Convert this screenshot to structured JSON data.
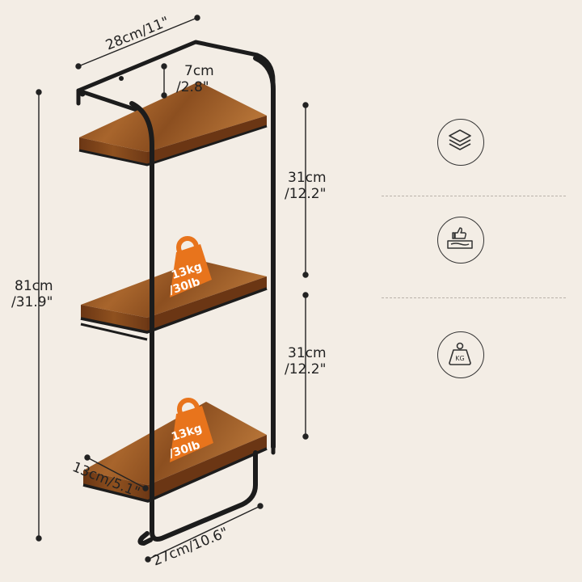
{
  "dimensions": {
    "top_width": "28cm/11\"",
    "shelf_gap_line1": "7cm",
    "shelf_gap_line2": "/2.8\"",
    "total_height_line1": "81cm",
    "total_height_line2": "/31.9\"",
    "upper_spacing_line1": "31cm",
    "upper_spacing_line2": "/12.2\"",
    "lower_spacing_line1": "31cm",
    "lower_spacing_line2": "/12.2\"",
    "depth": "13cm/5.1\"",
    "bottom_width": "27cm/10.6\""
  },
  "load_tags": [
    {
      "line1": "13kg",
      "line2": "/30lb"
    },
    {
      "line1": "13kg",
      "line2": "/30lb"
    }
  ],
  "feature_icons": [
    {
      "icon": "layers-icon"
    },
    {
      "icon": "thumbs-up-board-icon"
    },
    {
      "icon": "kg-weight-icon",
      "label": "KG"
    }
  ],
  "colors": {
    "background": "#f3ede5",
    "frame": "#1c1c1c",
    "wood": "#8a4f22",
    "tag": "#e8741c"
  }
}
